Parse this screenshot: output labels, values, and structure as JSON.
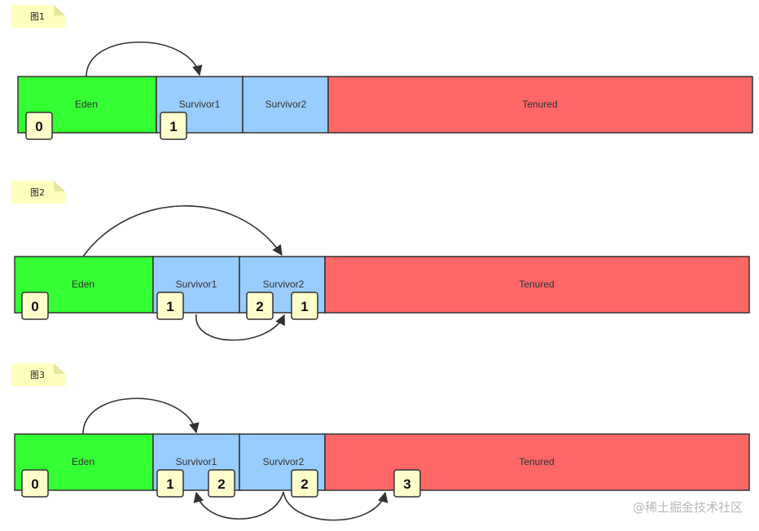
{
  "colors": {
    "eden": "#33ff33",
    "survivor": "#99ccff",
    "tenured": "#ff6666",
    "note": "#ffffc0",
    "age_box": "#ffffcc",
    "stroke": "#333333",
    "arrow": "#333333"
  },
  "diagrams": [
    {
      "note": "图1",
      "regions": {
        "eden": "Eden",
        "survivor1": "Survivor1",
        "survivor2": "Survivor2",
        "tenured": "Tenured"
      },
      "ages": [
        "0",
        "1"
      ]
    },
    {
      "note": "图2",
      "regions": {
        "eden": "Eden",
        "survivor1": "Survivor1",
        "survivor2": "Survivor2",
        "tenured": "Tenured"
      },
      "ages": [
        "0",
        "1",
        "2",
        "1"
      ]
    },
    {
      "note": "图3",
      "regions": {
        "eden": "Eden",
        "survivor1": "Survivor1",
        "survivor2": "Survivor2",
        "tenured": "Tenured"
      },
      "ages": [
        "0",
        "1",
        "2",
        "2",
        "3"
      ]
    }
  ],
  "watermark": "@稀土掘金技术社区"
}
